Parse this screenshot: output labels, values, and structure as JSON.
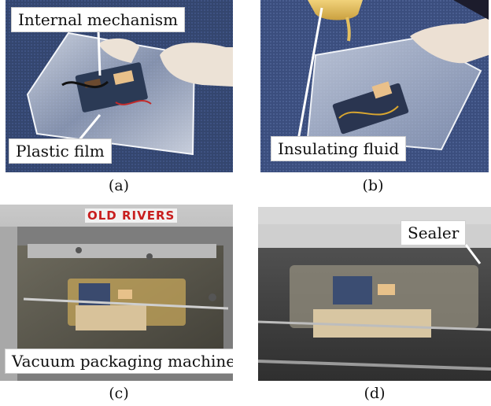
{
  "panels": {
    "a": {
      "caption": "(a)",
      "labels": {
        "internal": "Internal mechanism",
        "film": "Plastic film"
      }
    },
    "b": {
      "caption": "(b)",
      "labels": {
        "fluid": "Insulating fluid"
      }
    },
    "c": {
      "caption": "(c)",
      "labels": {
        "machine": "Vacuum packaging machine"
      },
      "brand_text": "OLD RIVERS"
    },
    "d": {
      "caption": "(d)",
      "labels": {
        "sealer": "Sealer"
      }
    }
  },
  "colors": {
    "carpet": "#3a4a7a",
    "bag": "#d8dde8",
    "glove": "#e9dcd0",
    "fluid": "#e0b84a",
    "machine_steel": "#9a9a9a",
    "brand_red": "#c81e1e",
    "wood": "#d9c39a"
  }
}
